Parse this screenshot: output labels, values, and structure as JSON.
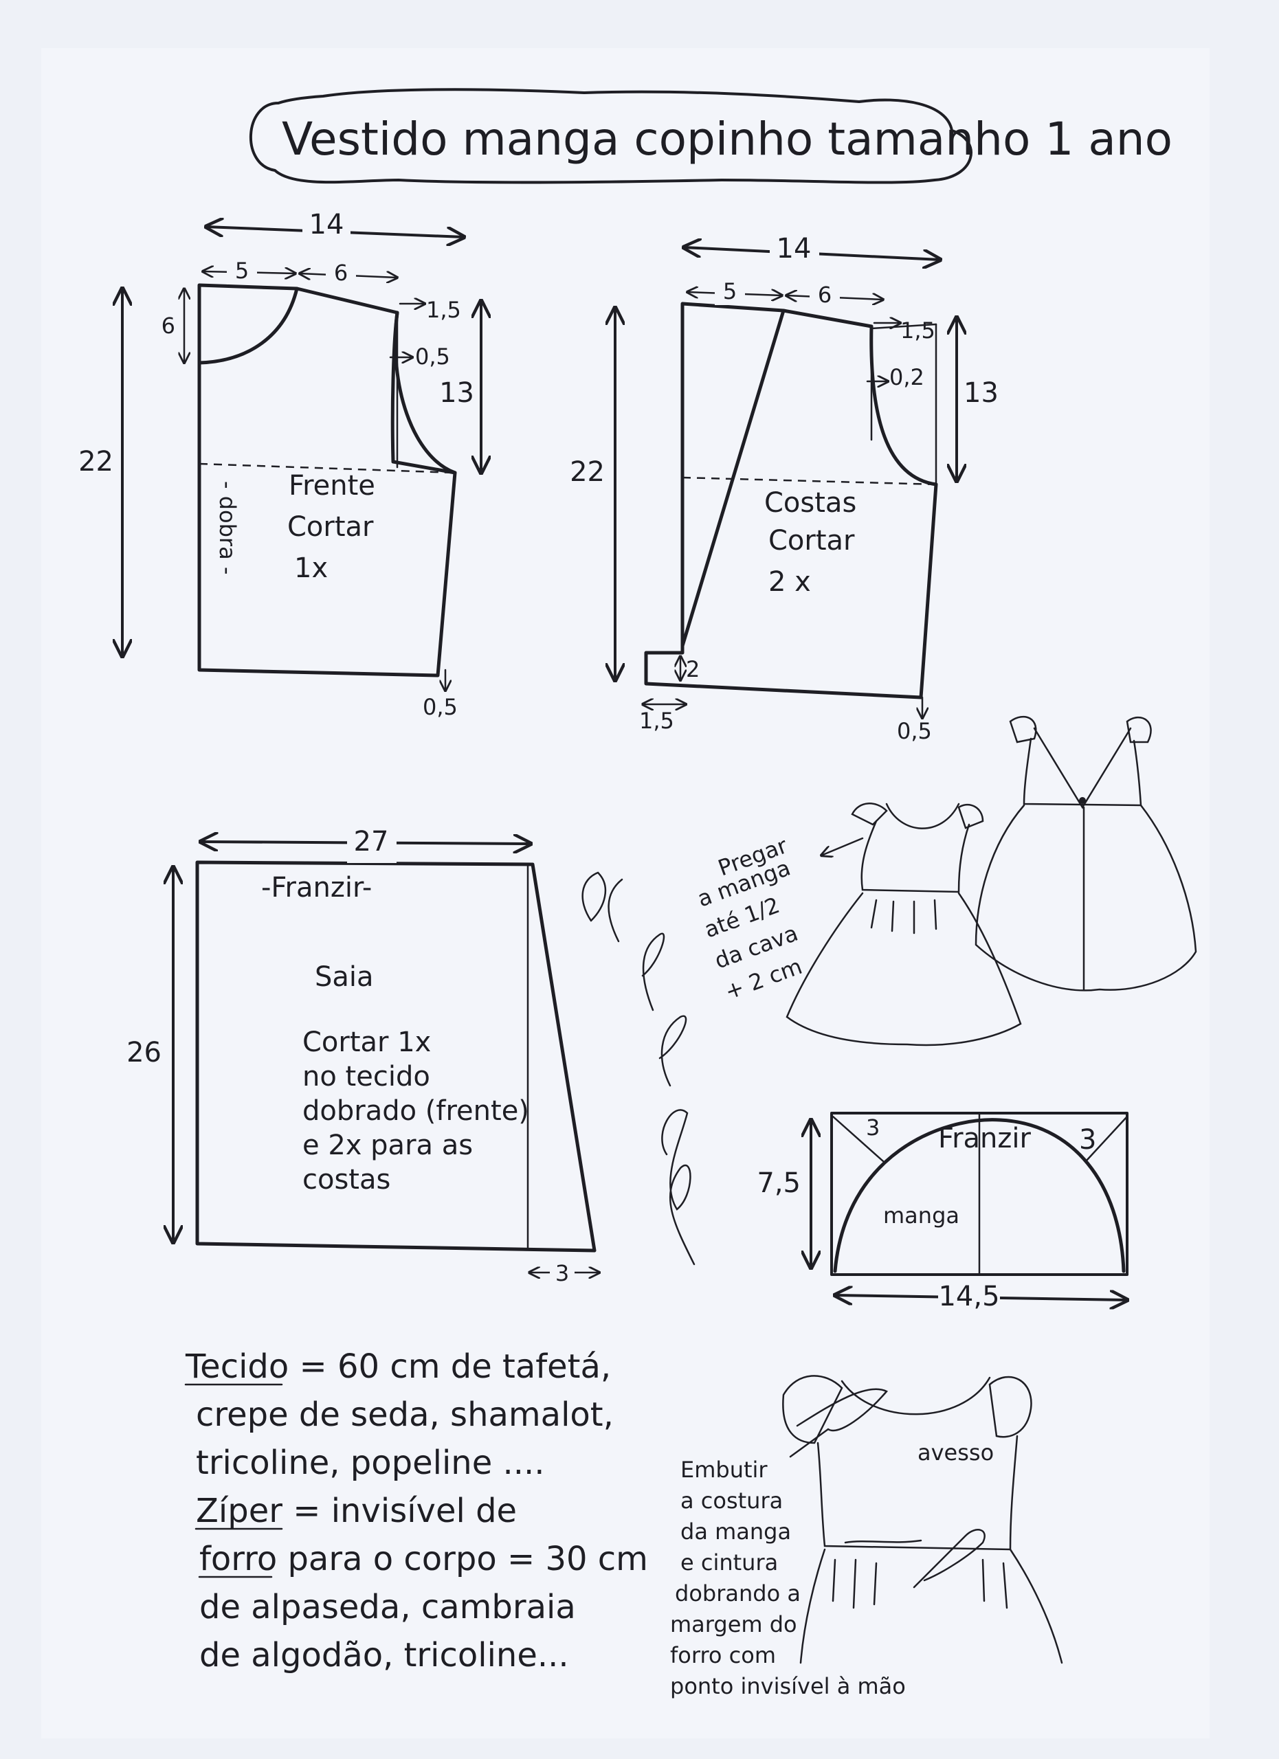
{
  "title": "Vestido manga copinho tamanho 1 ano",
  "front": {
    "width": "14",
    "neck_w": "5",
    "shoulder_w": "6",
    "neck_h": "6",
    "height": "22",
    "armhole_h": "13",
    "shoulder_drop": "1,5",
    "armhole_in": "0,5",
    "label": "Frente",
    "cut": "Cortar",
    "qty": "1x",
    "fold": "- dobra -",
    "hem_out": "0,5"
  },
  "back": {
    "width": "14",
    "neck_w": "5",
    "shoulder_w": "6",
    "height": "22",
    "armhole_h": "13",
    "shoulder_drop": "1,5",
    "armhole_in": "0,2",
    "label": "Costas",
    "cut": "Cortar",
    "qty": "2 x",
    "hem_out": "0,5",
    "ext_w": "1,5",
    "ext_h": "2"
  },
  "skirt": {
    "width": "27",
    "height": "26",
    "gather": "-Franzir-",
    "label": "Saia",
    "instr": [
      "Cortar 1x",
      "no tecido",
      "dobrado (frente)",
      "e 2x para as",
      "costas"
    ],
    "flare": "3"
  },
  "sleeve": {
    "height": "7,5",
    "width": "14,5",
    "gather": "Franzir",
    "label": "manga",
    "corner_l": "3",
    "corner_r": "3"
  },
  "note_sleeve": [
    "Pregar",
    "a manga",
    "até 1/2",
    "da cava",
    "+ 2 cm"
  ],
  "note_sew": [
    "Embutir",
    "a costura",
    "da manga",
    "e cintura",
    "dobrando a",
    "margem do",
    "forro com",
    "ponto invisível à mão"
  ],
  "inside_label": "avesso",
  "materials": [
    "Tecido = 60 cm de tafetá,",
    "crepe de seda, shamalot,",
    "tricoline, popeline ....",
    "Zíper = invisível de",
    "forro para o corpo = 30 cm",
    "de alpaseda, cambraia",
    "de algodão, tricoline..."
  ]
}
